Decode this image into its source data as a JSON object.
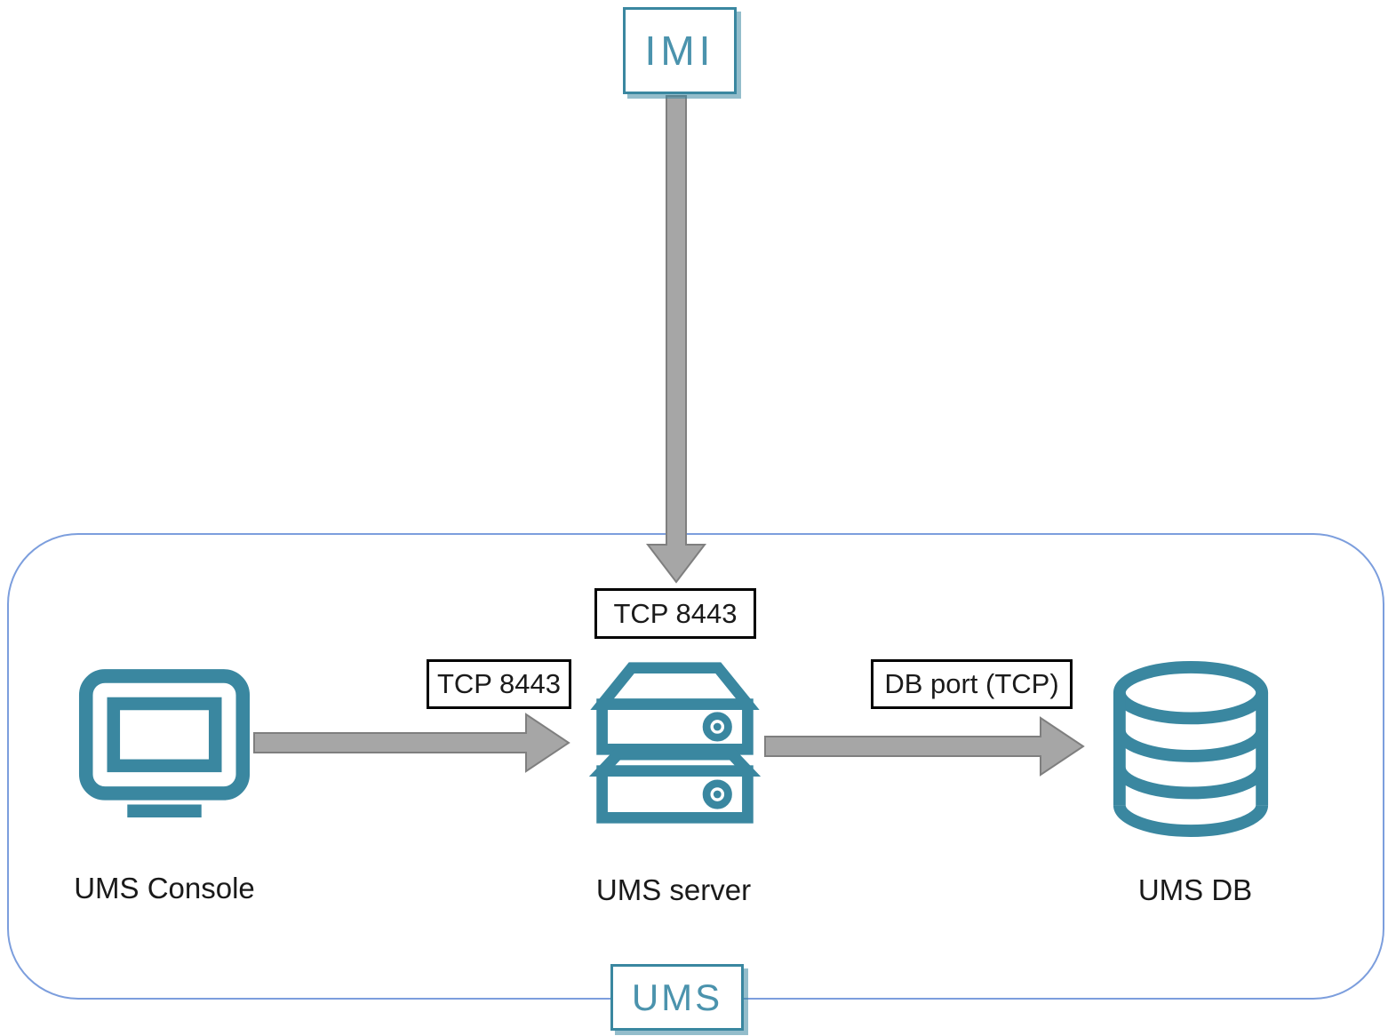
{
  "external": {
    "imi_label": "IMI"
  },
  "group": {
    "label": "UMS"
  },
  "nodes": {
    "console": {
      "label": "UMS Console",
      "icon": "monitor-icon"
    },
    "server": {
      "label": "UMS server",
      "icon": "server-icon"
    },
    "db": {
      "label": "UMS DB",
      "icon": "database-icon"
    }
  },
  "connections": {
    "imi_to_server": {
      "from": "IMI",
      "to": "UMS server",
      "label": "TCP 8443"
    },
    "console_to_server": {
      "from": "UMS Console",
      "to": "UMS server",
      "label": "TCP 8443"
    },
    "server_to_db": {
      "from": "UMS server",
      "to": "UMS DB",
      "label": "DB port (TCP)"
    }
  },
  "colors": {
    "teal": "#3a87a0",
    "teal_text": "#4b93ad",
    "group_border": "#7c9edd",
    "arrow_fill": "#a6a6a6",
    "arrow_stroke": "#7f7f7f",
    "label_border": "#000000",
    "text": "#1a1a1a"
  }
}
